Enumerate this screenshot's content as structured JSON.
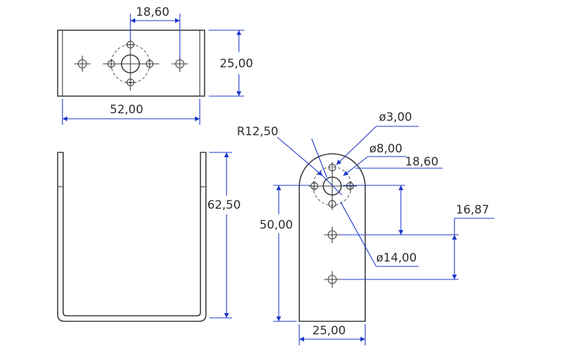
{
  "dimensions": {
    "top_hole_spacing": "18,60",
    "top_height": "25,00",
    "top_width": "52,00",
    "front_height": "62,50",
    "radius": "R12,50",
    "small_hole_dia": "ø3,00",
    "mid_hole_dia": "ø8,00",
    "side_pitch_1": "18,60",
    "side_pitch_2": "16,87",
    "side_height": "50,00",
    "center_hole_dia": "ø14,00",
    "side_width": "25,00"
  },
  "colors": {
    "part_lines": "#3a3a3a",
    "dimension_lines": "#1a35c8",
    "text": "#2e2e2e"
  }
}
